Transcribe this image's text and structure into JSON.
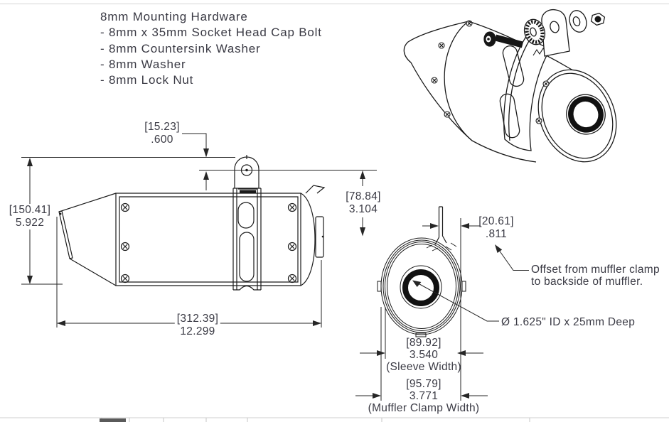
{
  "page": {
    "background": "#ffffff"
  },
  "colors": {
    "line": "#1a1a1a",
    "dim_line": "#262626",
    "text": "#3a3a44",
    "rule": "#d5d5d5"
  },
  "notes": {
    "title": "8mm Mounting Hardware",
    "items": [
      "- 8mm x 35mm Socket Head Cap Bolt",
      "- 8mm Countersink Washer",
      "- 8mm Washer",
      "- 8mm Lock Nut"
    ]
  },
  "dimensions": {
    "bracket_offset": {
      "mm": "[15.23]",
      "in": ".600"
    },
    "muffler_height": {
      "mm": "[150.41]",
      "in": "5.922"
    },
    "outlet_drop": {
      "mm": "[78.84]",
      "in": "3.104"
    },
    "muffler_length": {
      "mm": "[312.39]",
      "in": "12.299"
    },
    "clamp_offset": {
      "mm": "[20.61]",
      "in": ".811"
    },
    "sleeve_width": {
      "mm": "[89.92]",
      "in": "3.540",
      "caption": "(Sleeve Width)"
    },
    "muffler_clamp_width": {
      "mm": "[95.79]",
      "in": "3.771",
      "caption": "(Muffler Clamp Width)"
    }
  },
  "callouts": {
    "clamp_offset_note_line1": "Offset from muffler clamp",
    "clamp_offset_note_line2": "to backside of muffler.",
    "inlet_spec": "Ø 1.625\" ID x 25mm Deep"
  }
}
